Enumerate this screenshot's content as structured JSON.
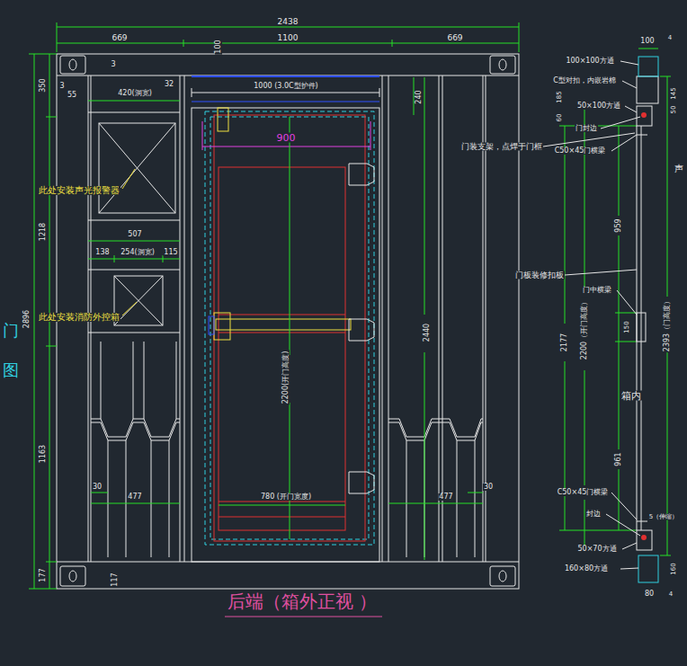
{
  "diagram": {
    "title": "后端（箱外正视 ）",
    "labels": [
      "2438",
      "669",
      "1100",
      "669",
      "100",
      "3",
      "350",
      "3",
      "55",
      "420(洞宽)",
      "32",
      "1000 (3.0C型护件)",
      "240",
      "900",
      "此处安装声光报警器",
      "1218",
      "2896",
      "507",
      "138",
      "254(洞宽)",
      "115",
      "此处安装消防外控箱",
      "2200(开门高度)",
      "2440",
      "1163",
      "30",
      "477",
      "780 (开门宽度)",
      "477",
      "30",
      "177",
      "117",
      "门",
      "图",
      "100",
      "4",
      "100×100方通",
      "C型对扣，内嵌岩棉",
      "50×100方通",
      "门封边",
      "门装支架，点焊于门框",
      "C50×45门横梁",
      "185",
      "60",
      "145",
      "50",
      "959",
      "门板装修扣板",
      "门中横梁",
      "150",
      "2177",
      "2200（开门高度）",
      "2393（门高度）",
      "箱内",
      "961",
      "C50×45门横梁",
      "封边",
      "5（伸缩）",
      "50×70方通",
      "160×80方通",
      "160",
      "80",
      "4",
      "声"
    ]
  }
}
